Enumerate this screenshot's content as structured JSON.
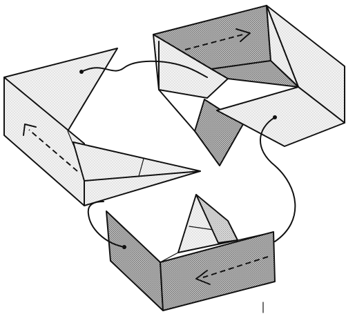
{
  "diagram": {
    "colors": {
      "ink": "#111111",
      "paper_front": "#f1f1f1",
      "paper_back": "#bdbdbd",
      "background": "#ffffff"
    },
    "pieces": [
      {
        "name": "left-box-unit",
        "shade": "light"
      },
      {
        "name": "top-right-box-unit",
        "shade": "dark"
      },
      {
        "name": "bottom-box-unit",
        "shade": "dark"
      }
    ],
    "arrows": [
      {
        "name": "left-arrow",
        "style": "dashed",
        "direction": "up-left"
      },
      {
        "name": "top-arrow",
        "style": "dashed",
        "direction": "right"
      },
      {
        "name": "bottom-arrow",
        "style": "dashed",
        "direction": "left"
      }
    ],
    "connectors": [
      {
        "name": "connector-left-to-top",
        "from": "left-box-unit",
        "to": "top-right-box-unit"
      },
      {
        "name": "connector-top-to-bottom",
        "from": "top-right-box-unit",
        "to": "bottom-box-unit"
      },
      {
        "name": "connector-bottom-to-left",
        "from": "bottom-box-unit",
        "to": "left-box-unit"
      }
    ]
  }
}
